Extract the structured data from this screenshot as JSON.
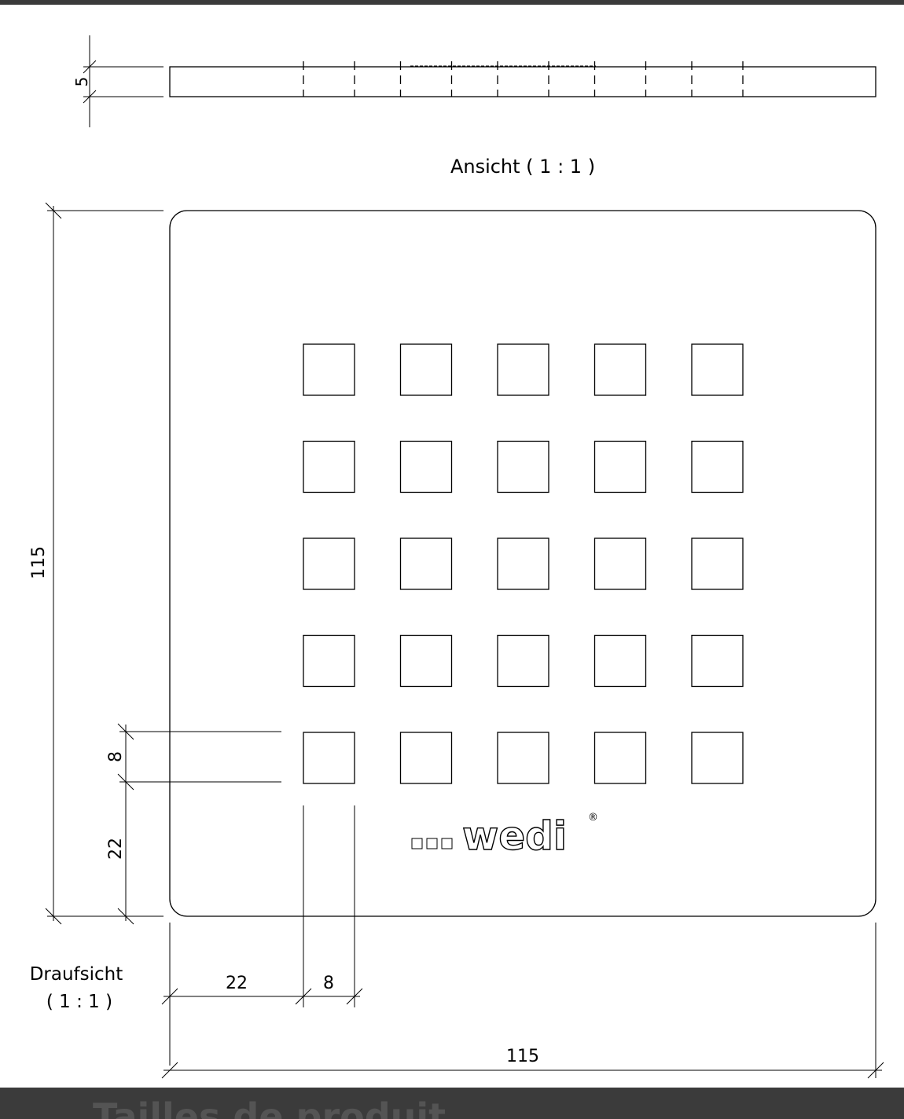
{
  "drawing": {
    "side_view": {
      "label": "Ansicht ( 1 : 1 )",
      "thickness_dim": "5"
    },
    "top_view": {
      "label_line1": "Draufsicht",
      "label_line2": "( 1 : 1 )",
      "height_dim": "115",
      "width_dim": "115",
      "hole_size_vertical_dim": "8",
      "margin_vertical_dim": "22",
      "margin_horizontal_dim": "22",
      "hole_size_horizontal_dim": "8",
      "hole_rows": 5,
      "hole_cols": 5
    },
    "logo": {
      "text": "wedi",
      "mark": "®"
    }
  },
  "footer": {
    "heading": "Tailles de produit"
  }
}
